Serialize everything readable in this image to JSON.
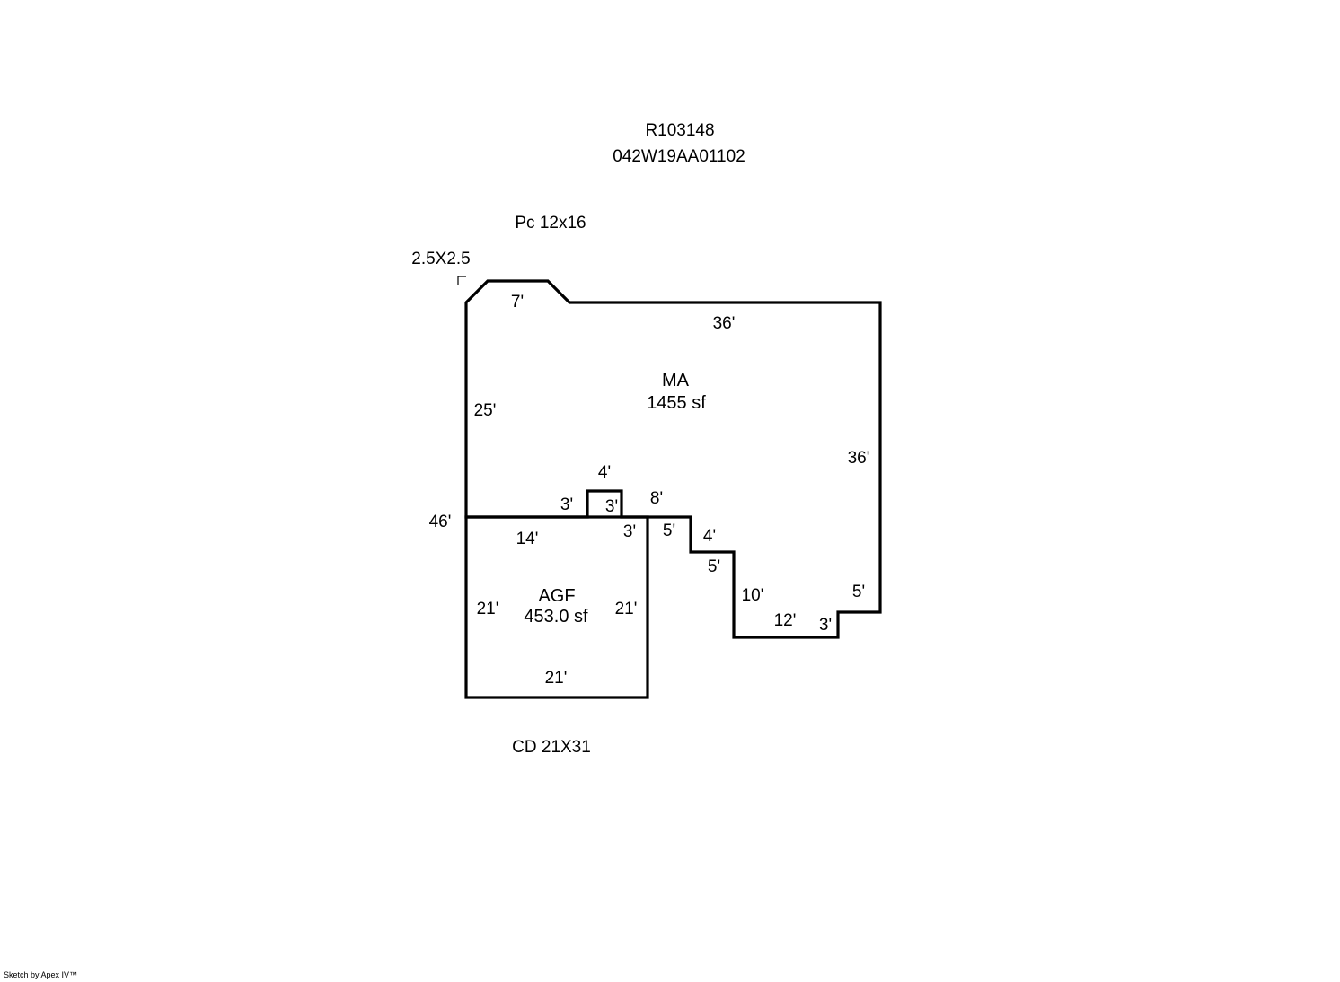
{
  "header": {
    "record_id": "R103148",
    "parcel_number": "042W19AA01102"
  },
  "annotations": {
    "porch": "Pc 12x16",
    "corner_note": "2.5X2.5",
    "deck": "CD 21X31"
  },
  "areas": {
    "main": {
      "code": "MA",
      "size": "1455 sf"
    },
    "garage": {
      "code": "AGF",
      "size": "453.0 sf"
    }
  },
  "dimensions": {
    "d_top_bevel": "7'",
    "d_top_long": "36'",
    "d_left_upper": "25'",
    "d_right": "36'",
    "d_left_total": "46'",
    "d_step_top": "4'",
    "d_step_left": "3'",
    "d_step_inner": "3'",
    "d_step_8": "8'",
    "d_garage_top": "14'",
    "d_garage_right_upper": "3'",
    "d_notch_5": "5'",
    "d_notch_4": "4'",
    "d_notch_5b": "5'",
    "d_notch_10": "10'",
    "d_bottom_12": "12'",
    "d_bottom_3": "3'",
    "d_right_5": "5'",
    "d_garage_left": "21'",
    "d_garage_right": "21'",
    "d_garage_bottom": "21'"
  },
  "footer": {
    "credit": "Sketch by Apex IV™"
  }
}
